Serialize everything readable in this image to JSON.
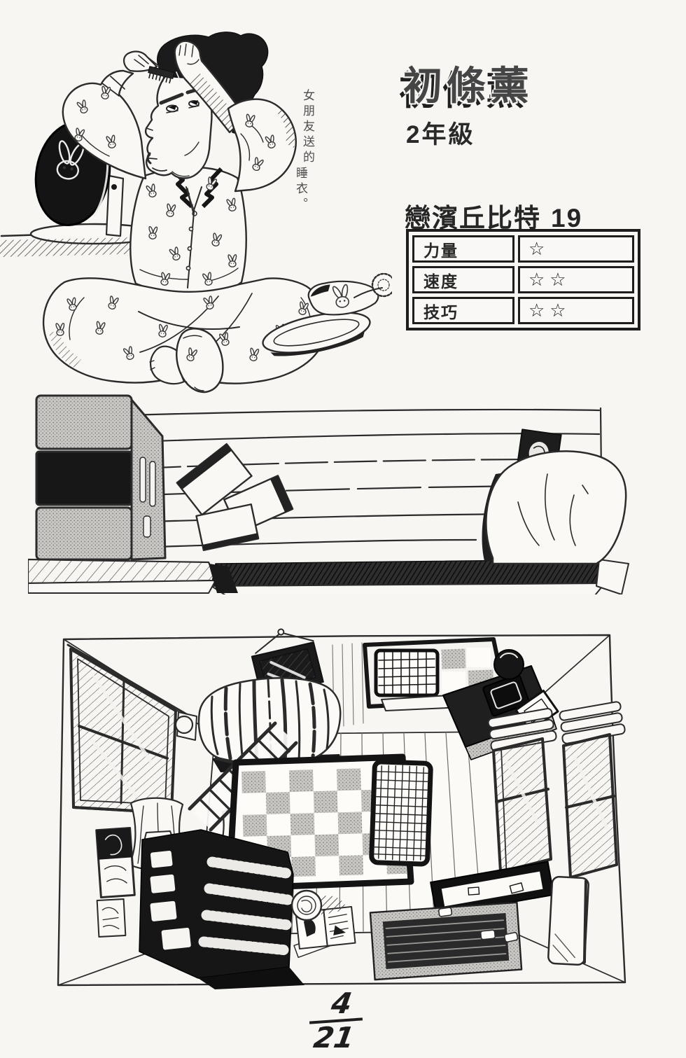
{
  "profile": {
    "name": "初條薰",
    "grade": "2年級",
    "series_title": "戀濱丘比特",
    "series_number": "19",
    "stats": {
      "rows": [
        {
          "label": "力量",
          "stars": "☆"
        },
        {
          "label": "速度",
          "stars": "☆☆"
        },
        {
          "label": "技巧",
          "stars": "☆☆"
        }
      ]
    }
  },
  "annotations": {
    "note_line1": "女朋友送的",
    "note_line2": "睡衣。"
  },
  "footer": {
    "page_number": "4",
    "page_total": "21"
  },
  "illustrations": {
    "character_portrait": "boy-in-bunny-print-pajamas-sitting-cross-legged-combing-hair-beside-round-mirror-and-slippers",
    "middle_panel": "overhead-view-of-bed-with-speaker-cabinet-fallen-books-photo-frame-and-pillow",
    "bottom_panel": "birds-eye-view-of-bedroom-with-window-curtains-loft-bed-ladder-checkered-rug-grid-table-shelf-tv-desk-and-rug"
  },
  "colors": {
    "ink": "#2b2b2b",
    "paper": "#f7f6f3",
    "hair_fill": "#1b1b1b"
  }
}
